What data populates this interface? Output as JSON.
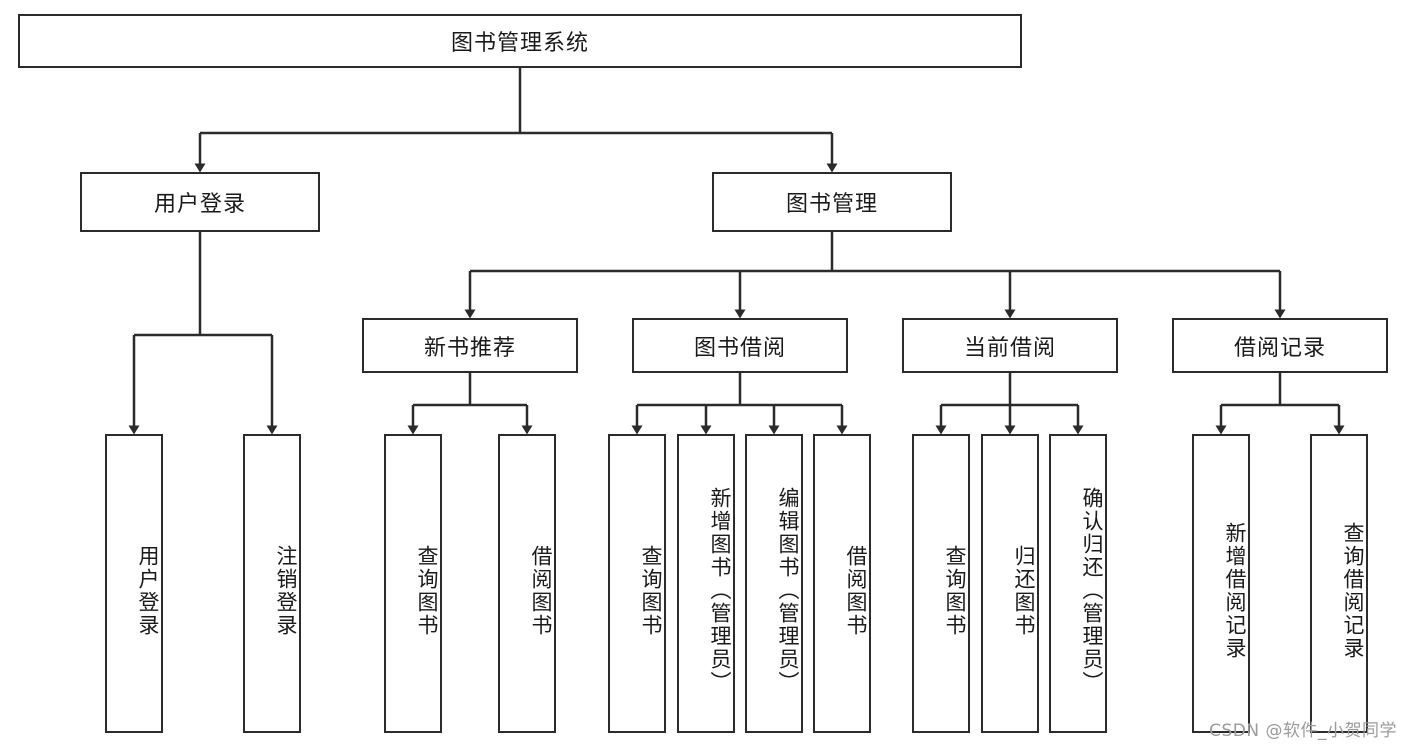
{
  "diagram": {
    "title": "图书管理系统",
    "type": "tree-hierarchy-chart",
    "line_color": "#2b2b2b",
    "box_fill": "#ffffff",
    "nodes": {
      "root": {
        "label": "图书管理系统"
      },
      "level2": [
        {
          "id": "user-login",
          "label": "用户登录"
        },
        {
          "id": "book-manage",
          "label": "图书管理"
        }
      ],
      "level3": [
        {
          "id": "new-book-recommend",
          "label": "新书推荐"
        },
        {
          "id": "book-borrow",
          "label": "图书借阅"
        },
        {
          "id": "current-borrow",
          "label": "当前借阅"
        },
        {
          "id": "borrow-record",
          "label": "借阅记录"
        }
      ],
      "leaves": [
        {
          "id": "leaf-user-login",
          "label": "用户登录",
          "parent": "user-login"
        },
        {
          "id": "leaf-logout-login",
          "label": "注销登录",
          "parent": "user-login"
        },
        {
          "id": "leaf-query-book-1",
          "label": "查询图书",
          "parent": "new-book-recommend"
        },
        {
          "id": "leaf-borrow-book-1",
          "label": "借阅图书",
          "parent": "new-book-recommend"
        },
        {
          "id": "leaf-query-book-2",
          "label": "查询图书",
          "parent": "book-borrow"
        },
        {
          "id": "leaf-add-book",
          "label": "新增图书（管理员）",
          "parent": "book-borrow"
        },
        {
          "id": "leaf-edit-book",
          "label": "编辑图书（管理员）",
          "parent": "book-borrow"
        },
        {
          "id": "leaf-borrow-book-2",
          "label": "借阅图书",
          "parent": "book-borrow"
        },
        {
          "id": "leaf-query-book-3",
          "label": "查询图书",
          "parent": "current-borrow"
        },
        {
          "id": "leaf-return-book",
          "label": "归还图书",
          "parent": "current-borrow"
        },
        {
          "id": "leaf-confirm-return",
          "label": "确认归还（管理员）",
          "parent": "current-borrow"
        },
        {
          "id": "leaf-add-record",
          "label": "新增借阅记录",
          "parent": "borrow-record"
        },
        {
          "id": "leaf-query-record",
          "label": "查询借阅记录",
          "parent": "borrow-record"
        }
      ]
    },
    "watermark": "CSDN @软件_小贺同学"
  }
}
